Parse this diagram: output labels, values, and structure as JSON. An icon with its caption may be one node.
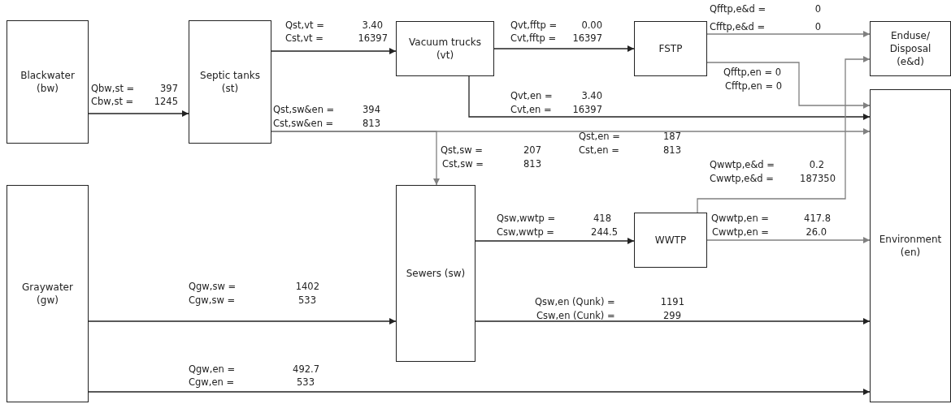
{
  "diagram": {
    "nodes": [
      {
        "text": [
          "Blackwater (bw)"
        ]
      },
      {
        "text": [
          "Septic tanks (st)"
        ]
      },
      {
        "text": [
          "Vacuum trucks (vt)"
        ]
      },
      {
        "text": [
          "FSTP"
        ]
      },
      {
        "text": [
          "Enduse/ Disposal (e&d)"
        ]
      },
      {
        "text": [
          "Graywater (gw)"
        ]
      },
      {
        "text": [
          "Sewers (sw)"
        ]
      },
      {
        "text": [
          "WWTP"
        ]
      },
      {
        "text": [
          "Environment (en)"
        ]
      }
    ],
    "edges": [
      {
        "from": 0,
        "to": 1,
        "arrow": "to"
      },
      {
        "from": 1,
        "to": 2,
        "arrow": "to"
      },
      {
        "from": 2,
        "to": 3,
        "arrow": "to"
      },
      {
        "from": 3,
        "to": 4,
        "arrow": "to",
        "color": "#808080"
      },
      {
        "from": 3,
        "to": 8,
        "arrow": "to",
        "color": "#808080"
      },
      {
        "from": 2,
        "to": 8,
        "arrow": "to"
      },
      {
        "from": 1,
        "to": 8,
        "arrow": "to",
        "color": "#808080"
      },
      {
        "from": 1,
        "to": 6,
        "arrow": "to",
        "color": "#808080"
      },
      {
        "from": 6,
        "to": 7,
        "arrow": "to"
      },
      {
        "from": 7,
        "to": 4,
        "arrow": "to",
        "color": "#808080"
      },
      {
        "from": 7,
        "to": 8,
        "arrow": "to",
        "color": "#808080"
      },
      {
        "from": 6,
        "to": 8,
        "arrow": "to"
      },
      {
        "from": 5,
        "to": 6,
        "arrow": "to"
      },
      {
        "from": 5,
        "to": 8,
        "arrow": "to"
      }
    ],
    "labels": [
      "Qfftp,e&d =",
      "0",
      "Qst,vt =",
      "3.40",
      "Qvt,fftp =",
      "0.00",
      "Cfftp,e&d =",
      "0",
      "Cst,vt =",
      "16397",
      "Cvt,fftp =",
      "16397",
      "Qfftp,en = 0",
      "Qbw,st =",
      "397",
      "Cfftp,en = 0",
      "Qvt,en =",
      "3.40",
      "Cbw,st =",
      "1245",
      "Qst,sw&en =",
      "394",
      "Cvt,en =",
      "16397",
      "Cst,sw&en =",
      "813",
      "Qst,en =",
      "187",
      "Qst,sw =",
      "207",
      "Cst,en =",
      "813",
      "Cst,sw =",
      "813",
      "Qwwtp,e&d =",
      "0.2",
      "Cwwtp,e&d =",
      "187350",
      "Qsw,wwtp =",
      "418",
      "Qwwtp,en =",
      "417.8",
      "Csw,wwtp =",
      "244.5",
      "Cwwtp,en =",
      "26.0",
      "Qgw,sw =",
      "1402",
      "Cgw,sw =",
      "533",
      "Qsw,en (Qunk) =",
      "1191",
      "Csw,en (Cunk) =",
      "299",
      "Qgw,en =",
      "492.7",
      "Cgw,en =",
      "533"
    ]
  }
}
